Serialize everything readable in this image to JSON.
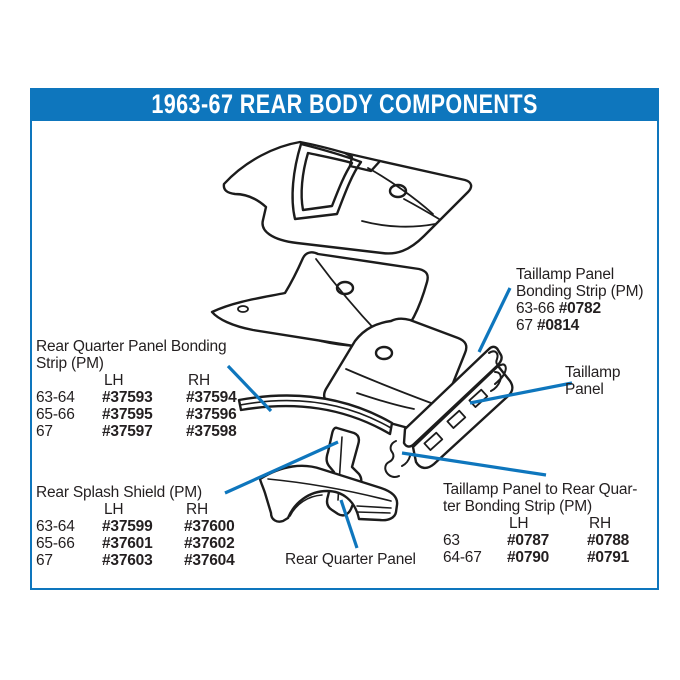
{
  "page_title": "1963-67 REAR BODY COMPONENTS",
  "colors": {
    "accent_blue": "#0e76bd",
    "ink": "#231f20"
  },
  "callouts": {
    "rear_quarter_bonding_strip": {
      "heading_line1": "Rear Quarter Panel Bonding",
      "heading_line2": "Strip (PM)",
      "columns": {
        "lh": "LH",
        "rh": "RH"
      },
      "rows": [
        {
          "years": "63-64",
          "lh": "#37593",
          "rh": "#37594"
        },
        {
          "years": "65-66",
          "lh": "#37595",
          "rh": "#37596"
        },
        {
          "years": "67",
          "lh": "#37597",
          "rh": "#37598"
        }
      ]
    },
    "rear_splash_shield": {
      "heading": "Rear Splash Shield (PM)",
      "columns": {
        "lh": "LH",
        "rh": "RH"
      },
      "rows": [
        {
          "years": "63-64",
          "lh": "#37599",
          "rh": "#37600"
        },
        {
          "years": "65-66",
          "lh": "#37601",
          "rh": "#37602"
        },
        {
          "years": "67",
          "lh": "#37603",
          "rh": "#37604"
        }
      ]
    },
    "taillamp_panel_bonding_strip": {
      "heading_line1": "Taillamp Panel",
      "heading_line2": "Bonding Strip (PM)",
      "rows": [
        {
          "years": "63-66",
          "part": "#0782"
        },
        {
          "years": "67",
          "part": "#0814"
        }
      ]
    },
    "taillamp_panel": {
      "line1": "Taillamp",
      "line2": "Panel"
    },
    "taillamp_to_rear_quarter_strip": {
      "heading_line1": "Taillamp Panel to Rear Quar-",
      "heading_line2": "ter Bonding Strip (PM)",
      "columns": {
        "lh": "LH",
        "rh": "RH"
      },
      "rows": [
        {
          "years": "63",
          "lh": "#0787",
          "rh": "#0788"
        },
        {
          "years": "64-67",
          "lh": "#0790",
          "rh": "#0791"
        }
      ]
    },
    "rear_quarter_panel_label": "Rear Quarter Panel"
  }
}
